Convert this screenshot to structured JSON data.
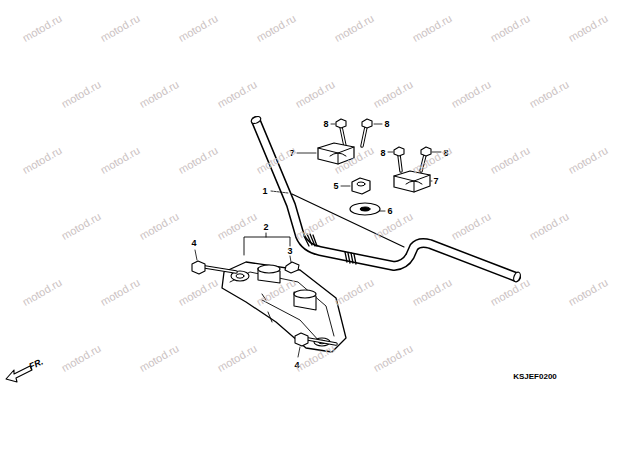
{
  "diagram": {
    "labels": [
      "8",
      "8",
      "7",
      "8",
      "8",
      "1",
      "5",
      "6",
      "7",
      "2",
      "3",
      "4",
      "4",
      "FR.",
      "KSJEF0200",
      "motod.ru",
      "motod.ru",
      "motod.ru",
      "motod.ru",
      "motod.ru",
      "motod.ru",
      "motod.ru",
      "motod.ru",
      "motod.ru",
      "motod.ru",
      "motod.ru",
      "motod.ru",
      "motod.ru",
      "motod.ru",
      "motod.ru",
      "motod.ru",
      "motod.ru",
      "motod.ru",
      "motod.ru",
      "motod.ru",
      "motod.ru",
      "motod.ru",
      "motod.ru",
      "motod.ru",
      "motod.ru",
      "motod.ru",
      "motod.ru",
      "motod.ru",
      "motod.ru",
      "motod.ru",
      "motod.ru",
      "motod.ru",
      "motod.ru",
      "motod.ru",
      "motod.ru",
      "motod.ru",
      "motod.ru",
      "motod.ru",
      "motod.ru",
      "motod.ru",
      "motod.ru",
      "motod.ru",
      "motod.ru"
    ]
  }
}
